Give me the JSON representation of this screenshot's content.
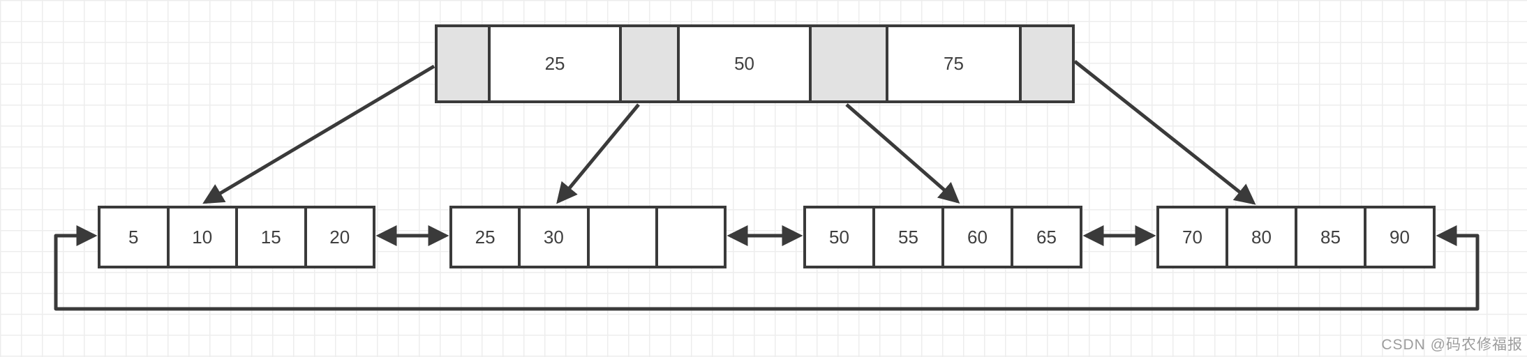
{
  "root_node": {
    "cells": [
      {
        "kind": "pointer",
        "label": ""
      },
      {
        "kind": "key",
        "label": "25"
      },
      {
        "kind": "pointer",
        "label": ""
      },
      {
        "kind": "key",
        "label": "50"
      },
      {
        "kind": "pointer",
        "label": ""
      },
      {
        "kind": "key",
        "label": "75"
      },
      {
        "kind": "pointer",
        "label": ""
      }
    ]
  },
  "leaf_nodes": [
    {
      "cells": [
        "5",
        "10",
        "15",
        "20"
      ]
    },
    {
      "cells": [
        "25",
        "30",
        "",
        ""
      ]
    },
    {
      "cells": [
        "50",
        "55",
        "60",
        "65"
      ]
    },
    {
      "cells": [
        "70",
        "80",
        "85",
        "90"
      ]
    }
  ],
  "watermark": {
    "text": "CSDN @码农修福报"
  },
  "colors": {
    "line": "#3a3a3a",
    "pointer_fill": "#e2e2e2",
    "node_fill": "#ffffff",
    "grid_line": "#ededed",
    "background": "#ffffff",
    "text": "#3f3f3f",
    "watermark_text": "#9c9c9c"
  }
}
